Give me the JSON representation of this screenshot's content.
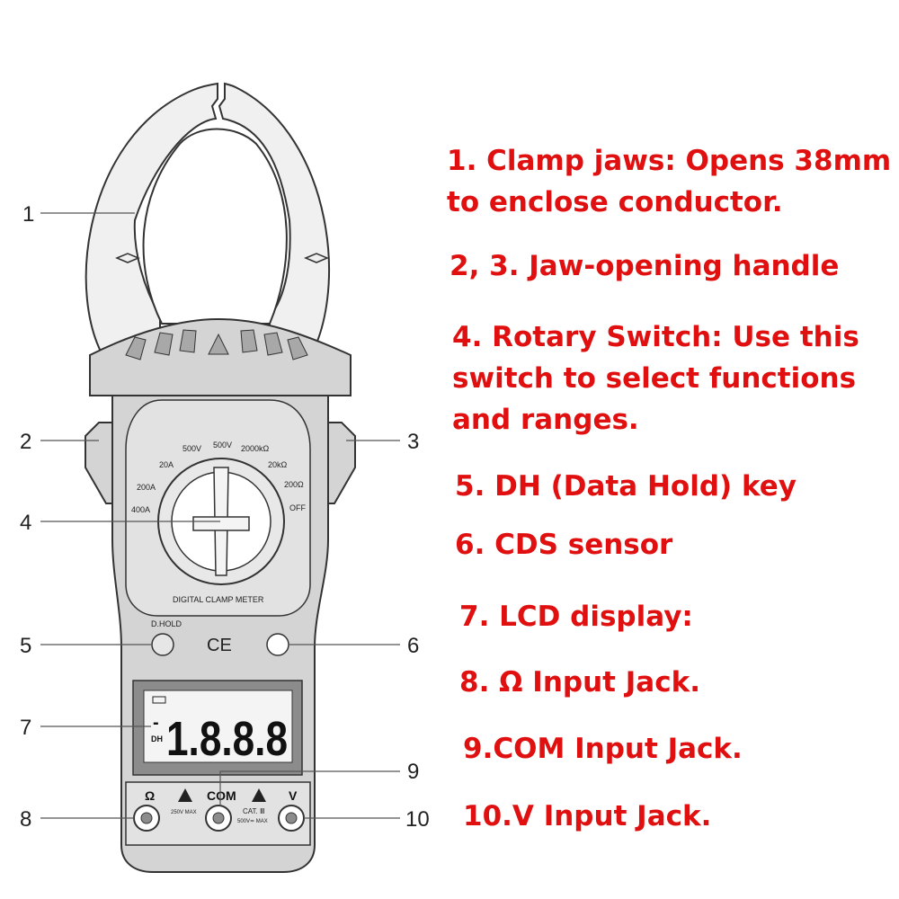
{
  "colors": {
    "callout_text": "#e01010",
    "meter_body": "#d4d4d4",
    "meter_dark": "#8c8c8c",
    "lcd_bg": "#f4f4f4",
    "line": "#333333"
  },
  "callouts": {
    "c1": {
      "line1": "1. Clamp jaws: Opens 38mm",
      "line2": " to enclose conductor."
    },
    "c2": {
      "line1": "2, 3. Jaw-opening handle"
    },
    "c3": {
      "line1": "4. Rotary Switch: Use this",
      "line2": "switch to select functions",
      "line3": "and ranges."
    },
    "c4": {
      "line1": "5. DH (Data Hold) key"
    },
    "c5": {
      "line1": "6. CDS sensor"
    },
    "c6": {
      "line1": "7. LCD display:"
    },
    "c7": {
      "line1": "8. Ω Input Jack."
    },
    "c8": {
      "line1": "9.COM Input Jack."
    },
    "c9": {
      "line1": "10.V Input Jack."
    }
  },
  "numbers": {
    "n1": "1",
    "n2": "2",
    "n3": "3",
    "n4": "4",
    "n5": "5",
    "n6": "6",
    "n7": "7",
    "n8": "8",
    "n9": "9",
    "n10": "10"
  },
  "dial_labels": {
    "a400": "400A",
    "a200": "200A",
    "a20": "20A",
    "v500ac": "500V",
    "v500dc": "500V",
    "r2000k": "2000kΩ",
    "r20k": "20kΩ",
    "r200": "200Ω",
    "off": "OFF"
  },
  "meter": {
    "brand_label": "DIGITAL CLAMP METER",
    "hold_label": "D.HOLD",
    "ce_mark": "CE",
    "lcd_digits": "1.8.8.8",
    "lcd_minus": "-",
    "lcd_dh": "DH",
    "jack_ohm": "Ω",
    "jack_com": "COM",
    "jack_v": "V",
    "ohm_rating": "250V MAX",
    "cat_rating": "CAT. Ⅲ",
    "v_rating": "500V≂ MAX"
  }
}
